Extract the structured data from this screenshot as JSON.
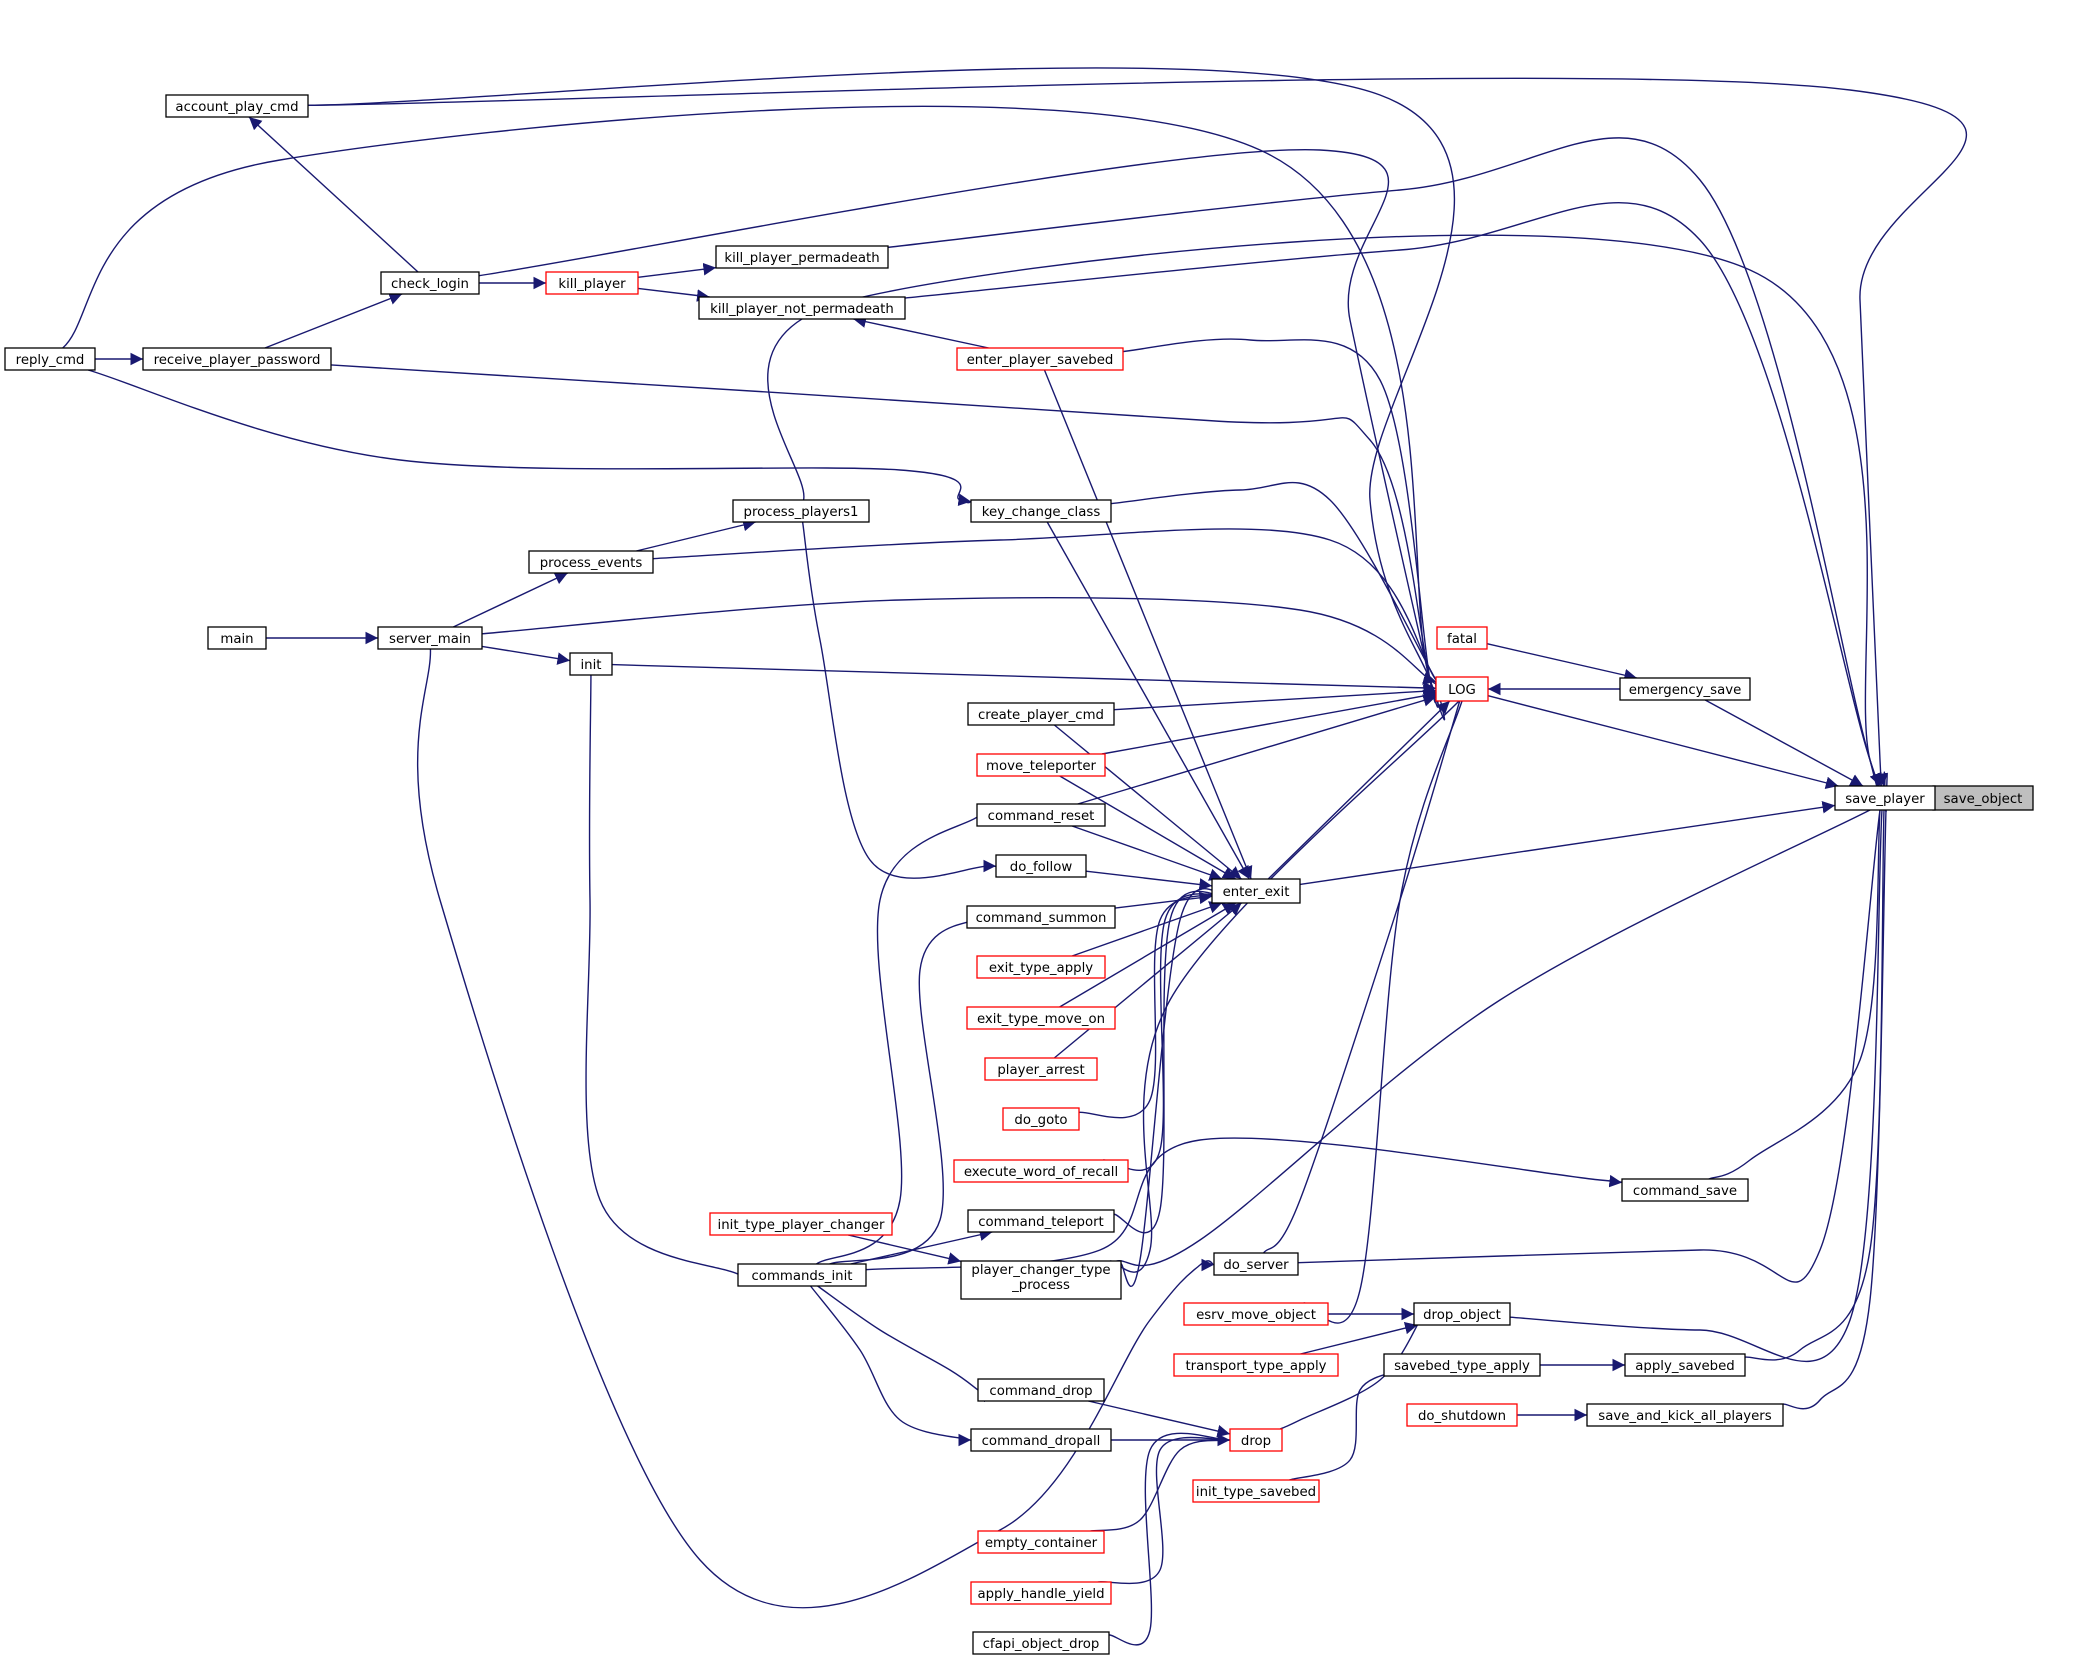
{
  "colors": {
    "edge": "#191970",
    "border_normal": "#000000",
    "border_truncated": "#ff0000",
    "fill_normal": "#ffffff",
    "fill_focus": "#bfbfbf",
    "text": "#000000"
  },
  "nodes": [
    {
      "id": "save_object",
      "label": "save_object",
      "style": "focus"
    },
    {
      "id": "save_player",
      "label": "save_player",
      "style": "normal"
    },
    {
      "id": "account_play_cmd",
      "label": "account_play_cmd",
      "style": "normal"
    },
    {
      "id": "check_login",
      "label": "check_login",
      "style": "normal"
    },
    {
      "id": "reply_cmd",
      "label": "reply_cmd",
      "style": "normal"
    },
    {
      "id": "receive_player_password",
      "label": "receive_player_password",
      "style": "normal"
    },
    {
      "id": "kill_player",
      "label": "kill_player",
      "style": "truncated"
    },
    {
      "id": "kill_player_permadeath",
      "label": "kill_player_permadeath",
      "style": "normal"
    },
    {
      "id": "kill_player_not_permadeath",
      "label": "kill_player_not_permadeath",
      "style": "normal"
    },
    {
      "id": "enter_player_savebed",
      "label": "enter_player_savebed",
      "style": "truncated"
    },
    {
      "id": "process_players1",
      "label": "process_players1",
      "style": "normal"
    },
    {
      "id": "key_change_class",
      "label": "key_change_class",
      "style": "normal"
    },
    {
      "id": "process_events",
      "label": "process_events",
      "style": "normal"
    },
    {
      "id": "main",
      "label": "main",
      "style": "normal"
    },
    {
      "id": "server_main",
      "label": "server_main",
      "style": "normal"
    },
    {
      "id": "init",
      "label": "init",
      "style": "normal"
    },
    {
      "id": "fatal",
      "label": "fatal",
      "style": "truncated"
    },
    {
      "id": "LOG",
      "label": "LOG",
      "style": "truncated"
    },
    {
      "id": "emergency_save",
      "label": "emergency_save",
      "style": "normal"
    },
    {
      "id": "create_player_cmd",
      "label": "create_player_cmd",
      "style": "normal"
    },
    {
      "id": "move_teleporter",
      "label": "move_teleporter",
      "style": "truncated"
    },
    {
      "id": "command_reset",
      "label": "command_reset",
      "style": "normal"
    },
    {
      "id": "do_follow",
      "label": "do_follow",
      "style": "normal"
    },
    {
      "id": "enter_exit",
      "label": "enter_exit",
      "style": "normal"
    },
    {
      "id": "command_summon",
      "label": "command_summon",
      "style": "normal"
    },
    {
      "id": "exit_type_apply",
      "label": "exit_type_apply",
      "style": "truncated"
    },
    {
      "id": "exit_type_move_on",
      "label": "exit_type_move_on",
      "style": "truncated"
    },
    {
      "id": "player_arrest",
      "label": "player_arrest",
      "style": "truncated"
    },
    {
      "id": "do_goto",
      "label": "do_goto",
      "style": "truncated"
    },
    {
      "id": "execute_word_of_recall",
      "label": "execute_word_of_recall",
      "style": "truncated"
    },
    {
      "id": "command_save",
      "label": "command_save",
      "style": "normal"
    },
    {
      "id": "init_type_player_changer",
      "label": "init_type_player_changer",
      "style": "truncated"
    },
    {
      "id": "command_teleport",
      "label": "command_teleport",
      "style": "normal"
    },
    {
      "id": "do_server",
      "label": "do_server",
      "style": "normal"
    },
    {
      "id": "commands_init",
      "label": "commands_init",
      "style": "normal"
    },
    {
      "id": "player_changer_type_process",
      "label": "player_changer_type",
      "label2": "_process",
      "style": "normal"
    },
    {
      "id": "esrv_move_object",
      "label": "esrv_move_object",
      "style": "truncated"
    },
    {
      "id": "drop_object",
      "label": "drop_object",
      "style": "normal"
    },
    {
      "id": "transport_type_apply",
      "label": "transport_type_apply",
      "style": "truncated"
    },
    {
      "id": "savebed_type_apply",
      "label": "savebed_type_apply",
      "style": "normal"
    },
    {
      "id": "apply_savebed",
      "label": "apply_savebed",
      "style": "normal"
    },
    {
      "id": "command_drop",
      "label": "command_drop",
      "style": "normal"
    },
    {
      "id": "do_shutdown",
      "label": "do_shutdown",
      "style": "truncated"
    },
    {
      "id": "save_and_kick_all_players",
      "label": "save_and_kick_all_players",
      "style": "normal"
    },
    {
      "id": "command_dropall",
      "label": "command_dropall",
      "style": "normal"
    },
    {
      "id": "drop",
      "label": "drop",
      "style": "truncated"
    },
    {
      "id": "init_type_savebed",
      "label": "init_type_savebed",
      "style": "truncated"
    },
    {
      "id": "empty_container",
      "label": "empty_container",
      "style": "truncated"
    },
    {
      "id": "apply_handle_yield",
      "label": "apply_handle_yield",
      "style": "truncated"
    },
    {
      "id": "cfapi_object_drop",
      "label": "cfapi_object_drop",
      "style": "normal"
    }
  ],
  "edges": [
    {
      "from": "save_player",
      "to": "save_object"
    },
    {
      "from": "account_play_cmd",
      "to": "save_player"
    },
    {
      "from": "account_play_cmd",
      "to": "LOG"
    },
    {
      "from": "check_login",
      "to": "account_play_cmd"
    },
    {
      "from": "check_login",
      "to": "kill_player"
    },
    {
      "from": "check_login",
      "to": "LOG"
    },
    {
      "from": "reply_cmd",
      "to": "LOG"
    },
    {
      "from": "reply_cmd",
      "to": "receive_player_password"
    },
    {
      "from": "reply_cmd",
      "to": "key_change_class"
    },
    {
      "from": "receive_player_password",
      "to": "check_login"
    },
    {
      "from": "receive_player_password",
      "to": "LOG"
    },
    {
      "from": "kill_player",
      "to": "kill_player_permadeath"
    },
    {
      "from": "kill_player",
      "to": "kill_player_not_permadeath"
    },
    {
      "from": "kill_player_permadeath",
      "to": "save_player"
    },
    {
      "from": "kill_player_not_permadeath",
      "to": "save_player"
    },
    {
      "from": "enter_player_savebed",
      "to": "kill_player_not_permadeath"
    },
    {
      "from": "enter_player_savebed",
      "to": "LOG"
    },
    {
      "from": "enter_player_savebed",
      "to": "enter_exit"
    },
    {
      "from": "process_players1",
      "to": "save_player"
    },
    {
      "from": "process_players1",
      "to": "do_follow"
    },
    {
      "from": "key_change_class",
      "to": "LOG"
    },
    {
      "from": "key_change_class",
      "to": "enter_exit"
    },
    {
      "from": "process_events",
      "to": "process_players1"
    },
    {
      "from": "process_events",
      "to": "LOG"
    },
    {
      "from": "main",
      "to": "server_main"
    },
    {
      "from": "server_main",
      "to": "process_events"
    },
    {
      "from": "server_main",
      "to": "init"
    },
    {
      "from": "server_main",
      "to": "LOG"
    },
    {
      "from": "server_main",
      "to": "do_server"
    },
    {
      "from": "init",
      "to": "LOG"
    },
    {
      "from": "init",
      "to": "commands_init"
    },
    {
      "from": "fatal",
      "to": "emergency_save"
    },
    {
      "from": "emergency_save",
      "to": "LOG"
    },
    {
      "from": "emergency_save",
      "to": "save_player"
    },
    {
      "from": "LOG",
      "to": "save_player"
    },
    {
      "from": "create_player_cmd",
      "to": "LOG"
    },
    {
      "from": "create_player_cmd",
      "to": "enter_exit"
    },
    {
      "from": "move_teleporter",
      "to": "LOG"
    },
    {
      "from": "move_teleporter",
      "to": "enter_exit"
    },
    {
      "from": "command_reset",
      "to": "LOG"
    },
    {
      "from": "command_reset",
      "to": "enter_exit"
    },
    {
      "from": "do_follow",
      "to": "enter_exit"
    },
    {
      "from": "enter_exit",
      "to": "LOG"
    },
    {
      "from": "enter_exit",
      "to": "save_player"
    },
    {
      "from": "command_summon",
      "to": "enter_exit"
    },
    {
      "from": "exit_type_apply",
      "to": "enter_exit"
    },
    {
      "from": "exit_type_move_on",
      "to": "enter_exit"
    },
    {
      "from": "player_arrest",
      "to": "enter_exit"
    },
    {
      "from": "do_goto",
      "to": "enter_exit"
    },
    {
      "from": "execute_word_of_recall",
      "to": "enter_exit"
    },
    {
      "from": "command_save",
      "to": "save_player"
    },
    {
      "from": "init_type_player_changer",
      "to": "player_changer_type_process"
    },
    {
      "from": "command_teleport",
      "to": "enter_exit"
    },
    {
      "from": "do_server",
      "to": "LOG"
    },
    {
      "from": "do_server",
      "to": "save_player"
    },
    {
      "from": "commands_init",
      "to": "command_reset"
    },
    {
      "from": "commands_init",
      "to": "command_summon"
    },
    {
      "from": "commands_init",
      "to": "command_teleport"
    },
    {
      "from": "commands_init",
      "to": "command_save"
    },
    {
      "from": "commands_init",
      "to": "command_drop"
    },
    {
      "from": "commands_init",
      "to": "command_dropall"
    },
    {
      "from": "player_changer_type_process",
      "to": "LOG"
    },
    {
      "from": "player_changer_type_process",
      "to": "enter_exit"
    },
    {
      "from": "player_changer_type_process",
      "to": "save_player"
    },
    {
      "from": "esrv_move_object",
      "to": "LOG"
    },
    {
      "from": "esrv_move_object",
      "to": "drop_object"
    },
    {
      "from": "drop_object",
      "to": "save_player"
    },
    {
      "from": "transport_type_apply",
      "to": "drop_object"
    },
    {
      "from": "savebed_type_apply",
      "to": "apply_savebed"
    },
    {
      "from": "apply_savebed",
      "to": "save_player"
    },
    {
      "from": "command_drop",
      "to": "drop"
    },
    {
      "from": "do_shutdown",
      "to": "save_and_kick_all_players"
    },
    {
      "from": "save_and_kick_all_players",
      "to": "save_player"
    },
    {
      "from": "command_dropall",
      "to": "drop"
    },
    {
      "from": "drop",
      "to": "drop_object"
    },
    {
      "from": "init_type_savebed",
      "to": "savebed_type_apply"
    },
    {
      "from": "empty_container",
      "to": "drop"
    },
    {
      "from": "apply_handle_yield",
      "to": "drop"
    },
    {
      "from": "cfapi_object_drop",
      "to": "drop"
    }
  ]
}
